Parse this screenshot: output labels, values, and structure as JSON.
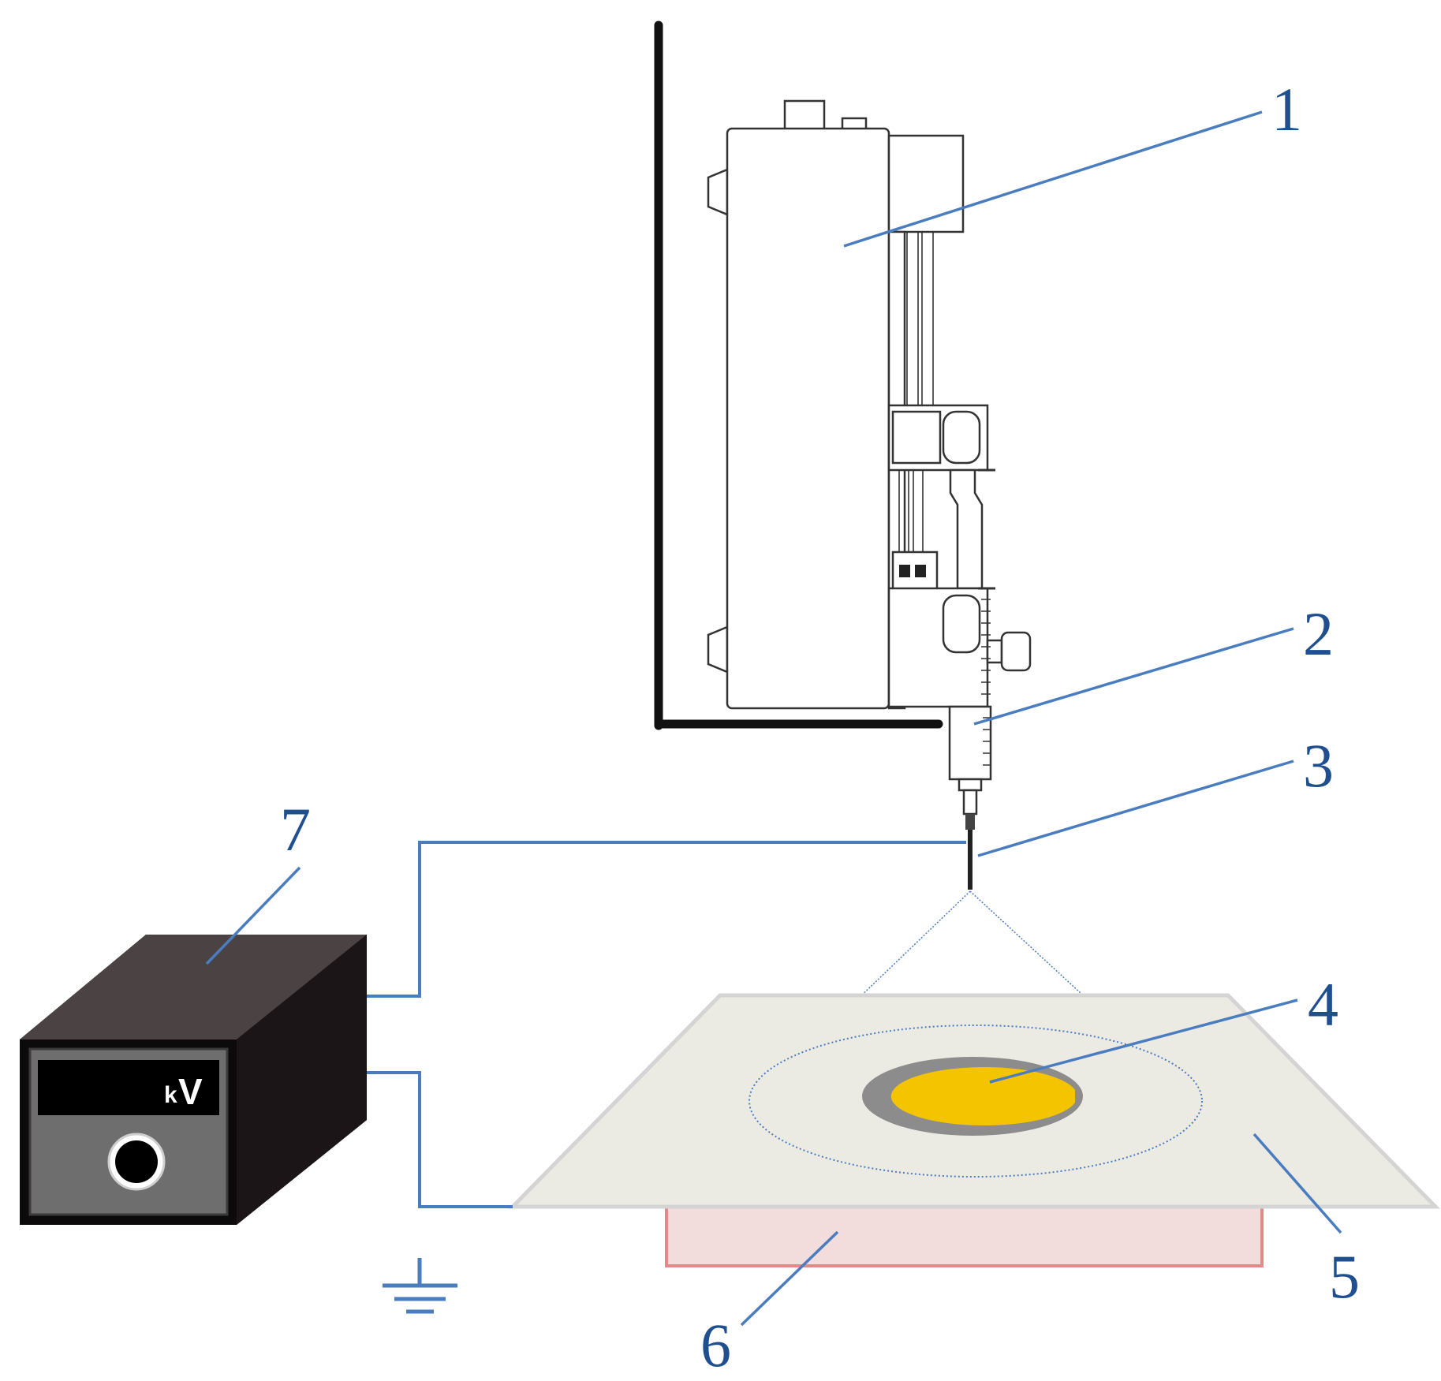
{
  "callouts": [
    {
      "id": "1",
      "label": "1"
    },
    {
      "id": "2",
      "label": "2"
    },
    {
      "id": "3",
      "label": "3"
    },
    {
      "id": "4",
      "label": "4"
    },
    {
      "id": "5",
      "label": "5"
    },
    {
      "id": "6",
      "label": "6"
    },
    {
      "id": "7",
      "label": "7"
    }
  ],
  "power_supply": {
    "display_unit_prefix": "k",
    "display_unit": "V"
  },
  "colors": {
    "leader_lines": "#4a7cc0",
    "callout_text": "#1f4f8f",
    "collector_plate": "#ecebe3",
    "heater_block": "#f2dcdc",
    "heater_edge": "#e08a8a",
    "deposit_core": "#f5c400",
    "deposit_ring": "#8c8c8c",
    "power_supply_body": "#1b1517"
  },
  "icons": {
    "ground": "ground-symbol-icon"
  }
}
